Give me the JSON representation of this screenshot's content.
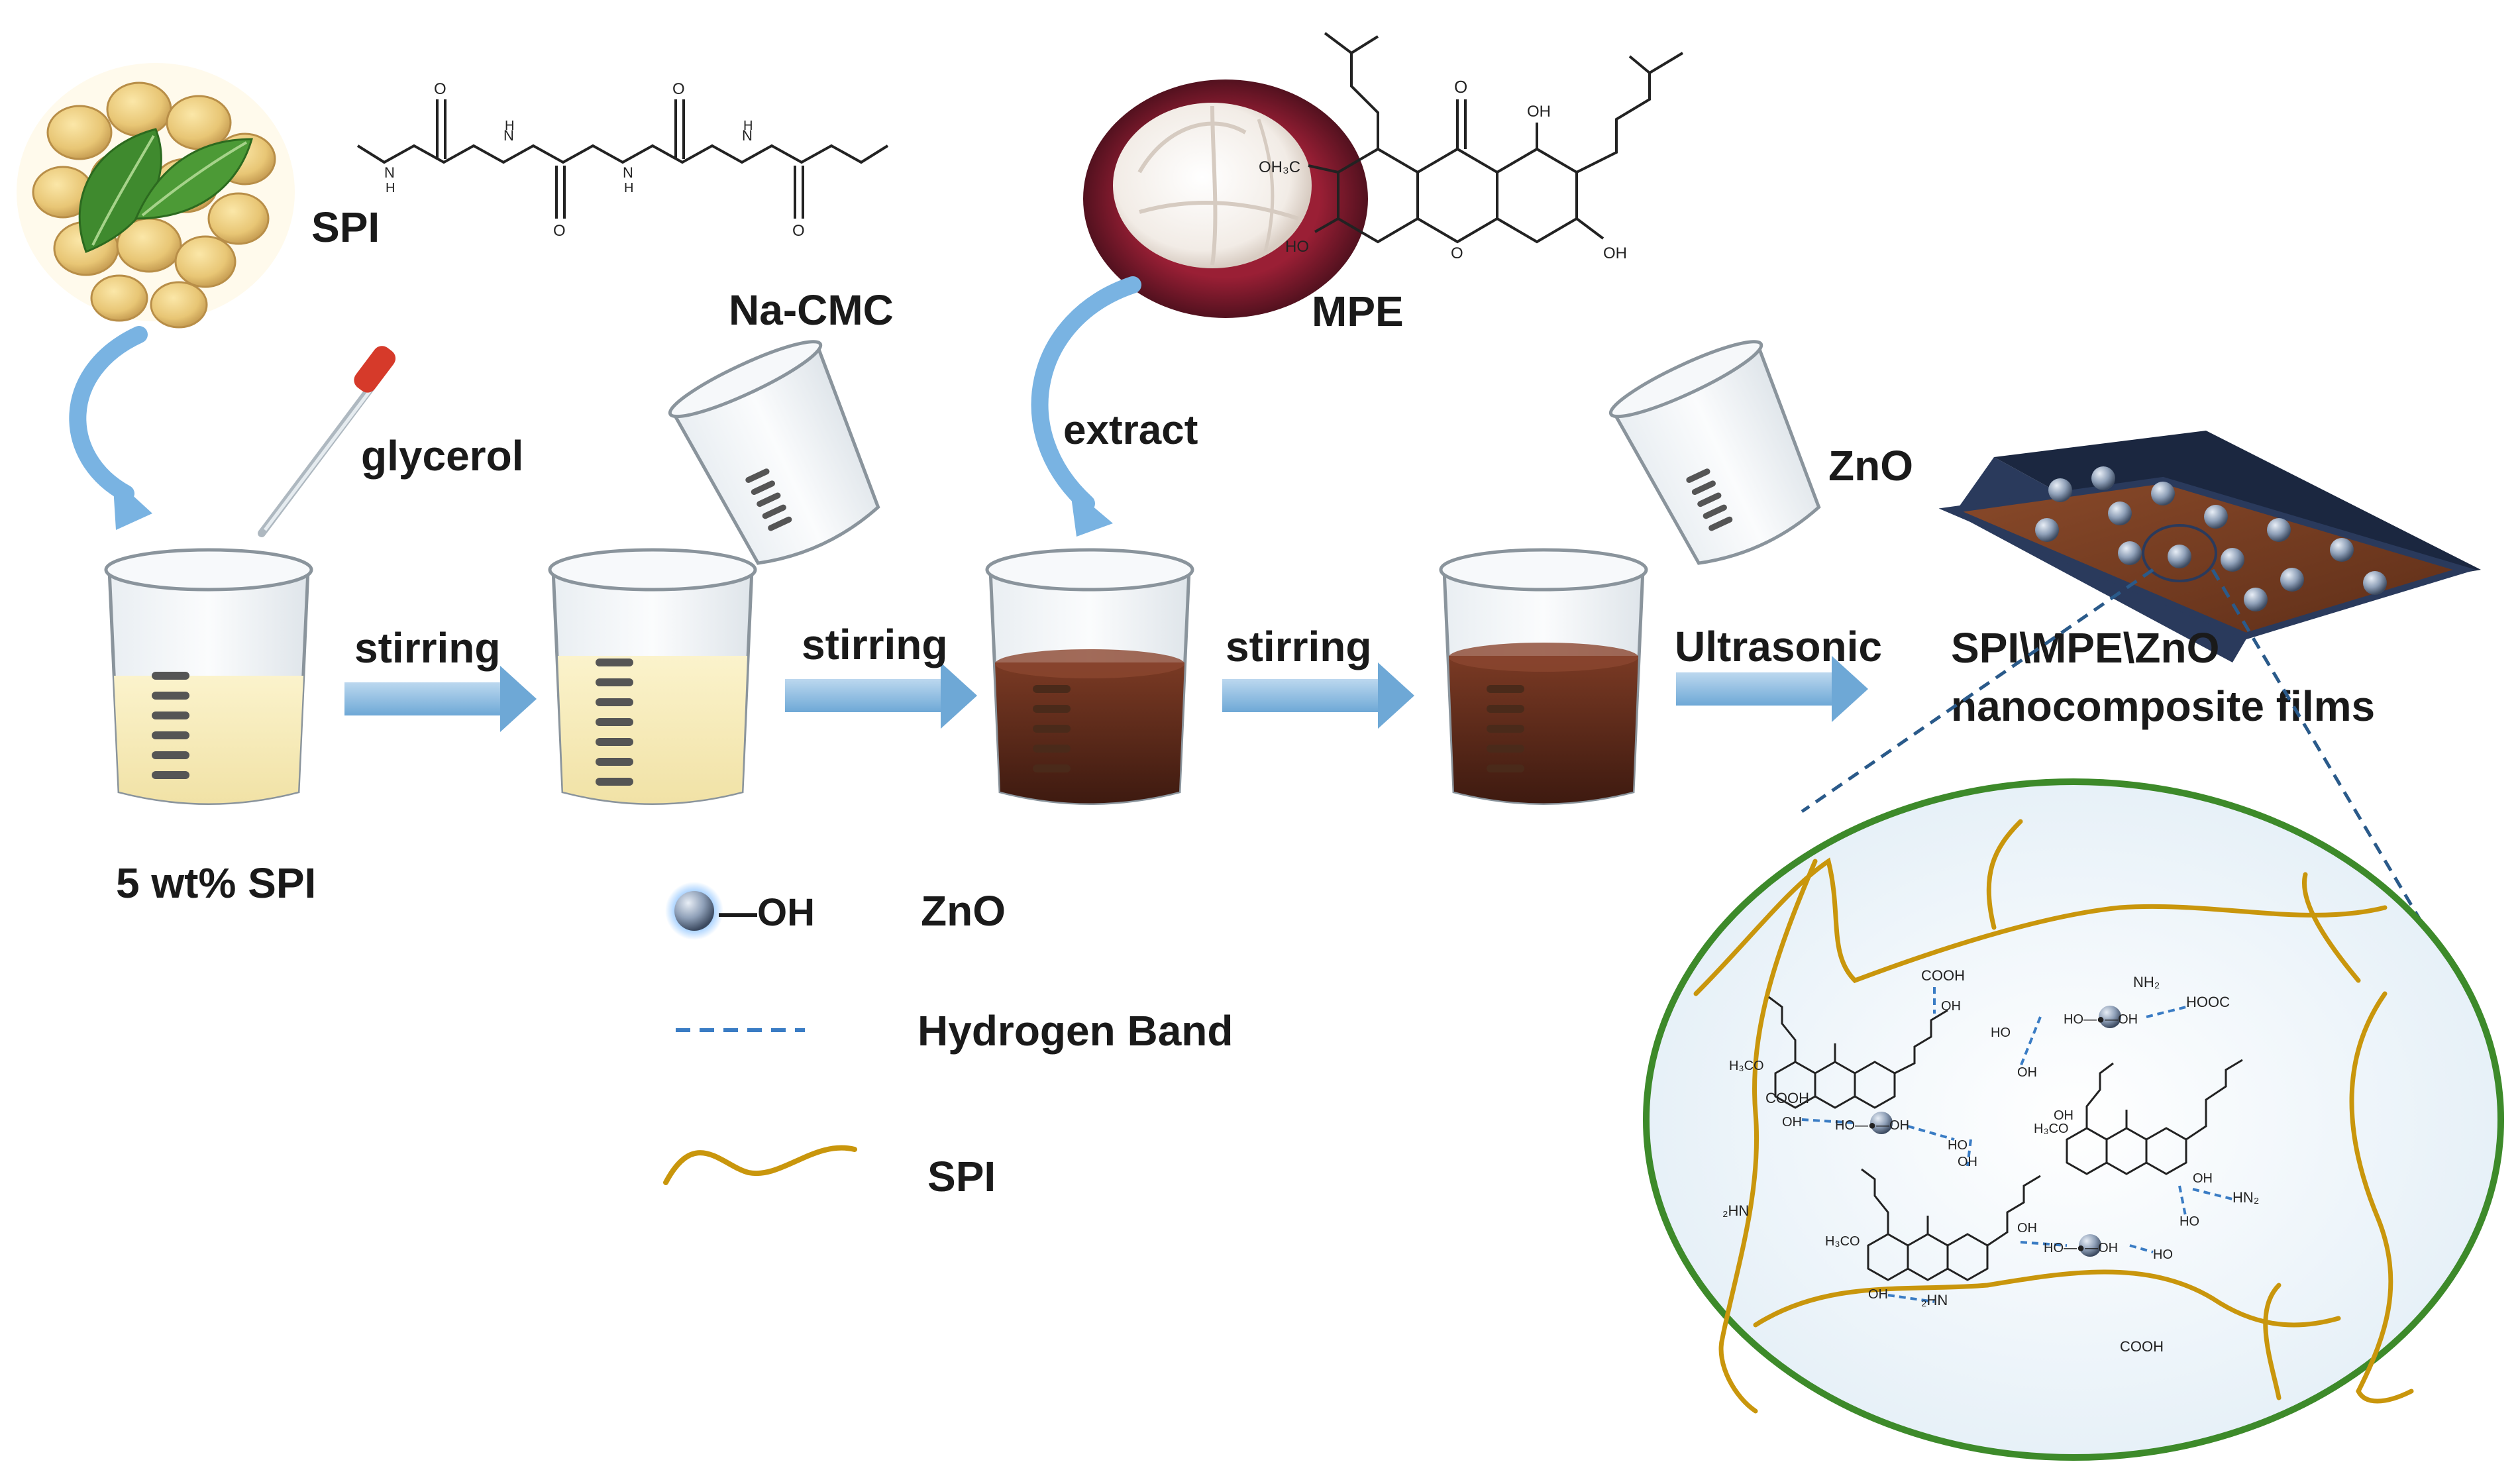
{
  "labels": {
    "spi_molecule": "SPI",
    "na_cmc": "Na-CMC",
    "glycerol": "glycerol",
    "mpe": "MPE",
    "extract": "extract",
    "zno_top": "ZnO",
    "stirring_1": "stirring",
    "stirring_2": "stirring",
    "stirring_3": "stirring",
    "ultrasonic": "Ultrasonic",
    "film_title_line1": "SPI\\MPE\\ZnO",
    "film_title_line2": "nanocomposite films",
    "spi_solution": "5 wt% SPI"
  },
  "legend": {
    "zno_symbol": "—OH",
    "zno_label": "ZnO",
    "hbond_label": "Hydrogen Band",
    "spi_label": "SPI"
  },
  "mpe_molecule": {
    "oh_a": "OH",
    "oh_b": "OH",
    "och3": "OH₃C",
    "ho": "HO",
    "o_ring": "O",
    "o_carbonyl": "O"
  },
  "spi_molecule": {
    "n1": "N",
    "h1": "H",
    "n2": "N",
    "h2": "H",
    "n3": "N",
    "h3": "H",
    "n4": "N",
    "h4": "H",
    "o1": "O",
    "o2": "O",
    "o3": "O",
    "o4": "O"
  },
  "network": {
    "nh2": "NH₂",
    "cooh_top": "COOH",
    "hooc_right": "HOOC",
    "cooh_left": "COOH",
    "hn_left": "₂HN",
    "hn_right": "HN₂",
    "hn_bottom": "₂HN",
    "cooh_bottom": "COOH",
    "h3co_1": "H₃CO",
    "h3co_2": "H₃CO",
    "h3co_3": "H₃CO",
    "oh_1": "OH",
    "oh_2": "OH",
    "oh_3": "OH",
    "oh_4": "OH",
    "oh_5": "OH",
    "oh_6": "OH",
    "oh_7": "OH",
    "oh_8": "OH",
    "ho_1": "HO",
    "ho_2": "HO",
    "ho_3": "HO",
    "ho_4": "HO",
    "zno_oh_1": "HO—●—OH",
    "zno_oh_2": "HO—●—OH",
    "zno_oh_3": "HO—●—OH"
  }
}
